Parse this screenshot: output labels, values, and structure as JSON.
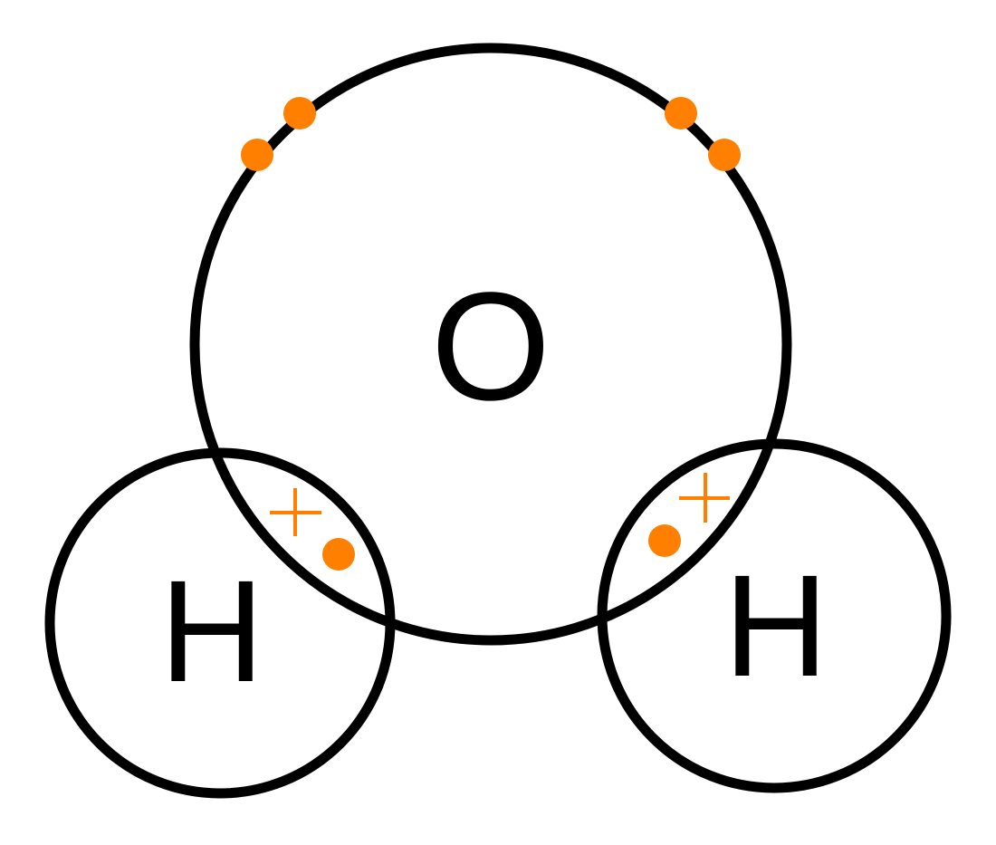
{
  "atoms": {
    "oxygen": {
      "symbol": "O"
    },
    "hydrogen_left": {
      "symbol": "H"
    },
    "hydrogen_right": {
      "symbol": "H"
    }
  },
  "colors": {
    "outline": "#000000",
    "electron": "#FF8000",
    "background": "#FFFFFF"
  },
  "icons": {
    "electron": "filled-circle",
    "cross": "x-mark"
  }
}
